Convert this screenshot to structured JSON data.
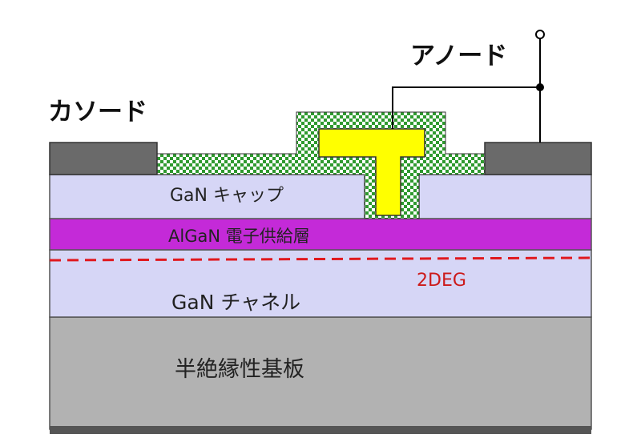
{
  "labels": {
    "cathode": "カソード",
    "anode": "アノード",
    "gan_cap": "GaN キャップ",
    "algan_supply": "AlGaN 電子供給層",
    "two_deg": "2DEG",
    "gan_channel": "GaN チャネル",
    "substrate": "半絶縁性基板"
  },
  "colors": {
    "gan": "#d6d6f6",
    "algan": "#c42ad8",
    "substrate": "#b2b2b2",
    "electrode": "#6a6a6a",
    "gate_metal": "#ffff00",
    "passivation_checker": "#2f9a2f",
    "two_deg_line": "#e0191f",
    "two_deg_text": "#cc1a1a"
  }
}
